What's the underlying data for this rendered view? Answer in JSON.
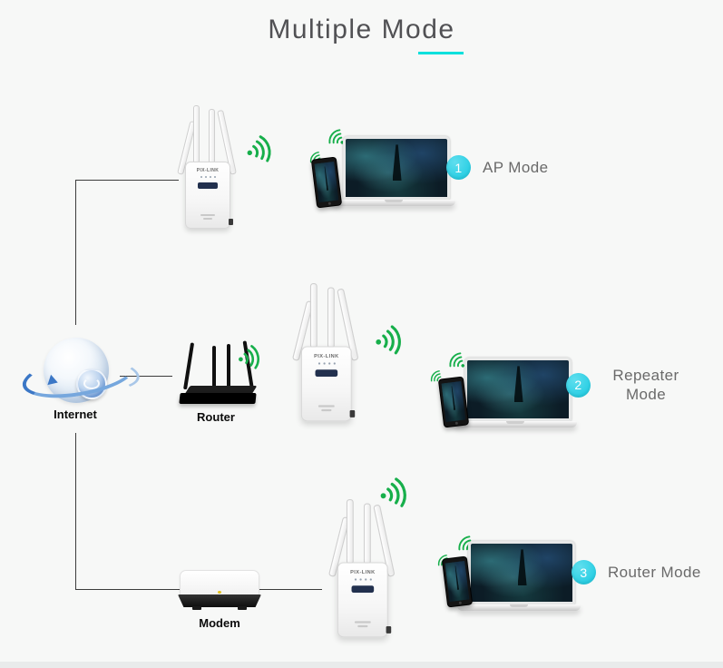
{
  "title": {
    "text": "Multiple Mode"
  },
  "labels": {
    "internet": "Internet",
    "router": "Router",
    "modem": "Modem"
  },
  "repeater": {
    "brand": "PIX-LINK"
  },
  "modes": [
    {
      "number": "1",
      "label": "AP Mode"
    },
    {
      "number": "2",
      "label": "Repeater Mode"
    },
    {
      "number": "3",
      "label": "Router Mode"
    }
  ],
  "colors": {
    "accent_cyan": "#2bcfe4",
    "underline_cyan": "#00e0dd",
    "wifi_green": "#17af4b",
    "line_gray": "#3c3c3c"
  },
  "icons": {
    "wifi": "wifi-signal-icon",
    "globe": "internet-globe-icon"
  }
}
